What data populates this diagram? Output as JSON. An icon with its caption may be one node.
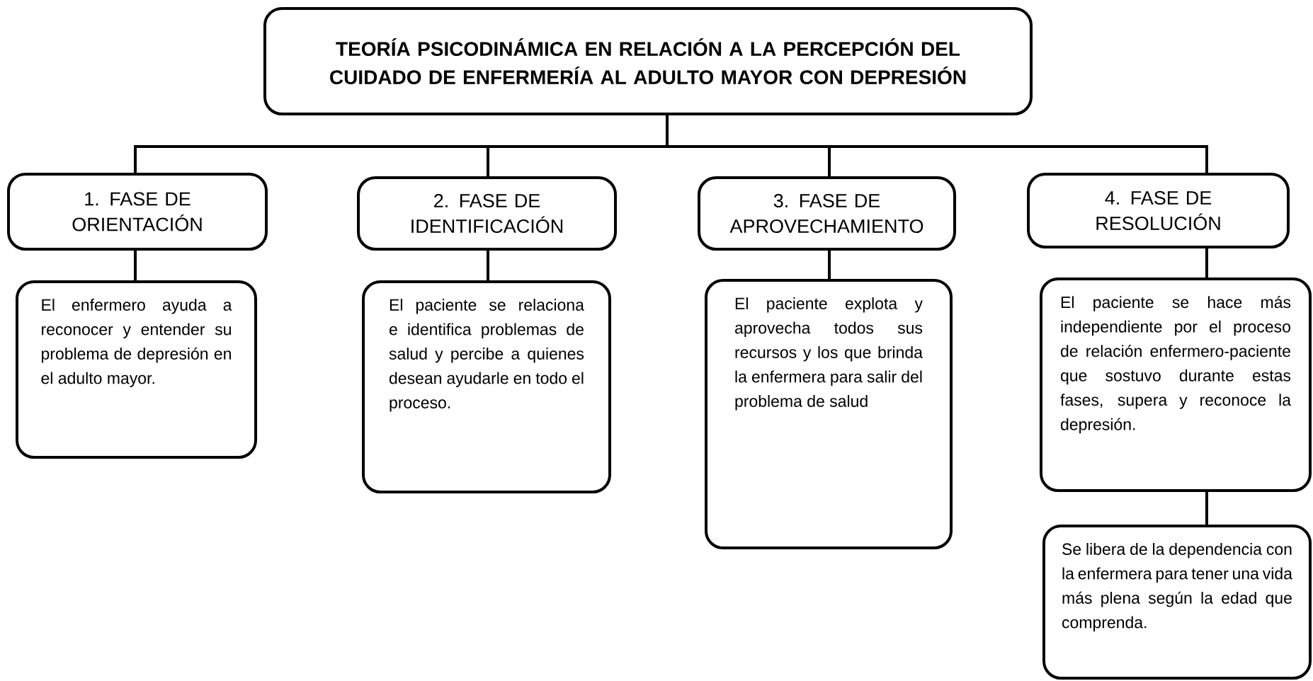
{
  "diagram": {
    "nodes": [
      {
        "text": [
          "TEORÍA PSICODINÁMICA EN RELACIÓN A LA PERCEPCIÓN DEL CUIDADO DE ENFERMERÍA AL ADULTO MAYOR CON DEPRESIÓN"
        ]
      },
      {
        "text": [
          "1. FASE DE ORIENTACIÓN"
        ]
      },
      {
        "text": [
          "2. FASE DE IDENTIFICACIÓN"
        ]
      },
      {
        "text": [
          "3. FASE DE APROVECHAMIENTO"
        ]
      },
      {
        "text": [
          "4. FASE DE RESOLUCIÓN"
        ]
      },
      {
        "text": [
          "El enfermero ayuda a reconocer y entender su problema de depresión en el adulto mayor."
        ]
      },
      {
        "text": [
          "El paciente se relaciona e identifica problemas de salud y percibe a quienes desean ayudarle en todo el proceso."
        ]
      },
      {
        "text": [
          "El paciente explota y aprovecha todos sus recursos y los que brinda la enfermera para salir del problema de salud"
        ]
      },
      {
        "text": [
          "El paciente se hace más independiente por el proceso de relación enfermero-paciente que sostuvo durante estas fases, supera y reconoce la depresión."
        ]
      },
      {
        "text": [
          "Se libera de la dependencia con la enfermera para tener una vida más plena según la edad que comprenda."
        ]
      }
    ],
    "edges": [
      {
        "from": 0,
        "to": 1,
        "arrow": "none"
      },
      {
        "from": 0,
        "to": 2,
        "arrow": "none"
      },
      {
        "from": 0,
        "to": 3,
        "arrow": "none"
      },
      {
        "from": 0,
        "to": 4,
        "arrow": "none"
      },
      {
        "from": 1,
        "to": 5,
        "arrow": "none"
      },
      {
        "from": 2,
        "to": 6,
        "arrow": "none"
      },
      {
        "from": 3,
        "to": 7,
        "arrow": "none"
      },
      {
        "from": 4,
        "to": 8,
        "arrow": "none"
      },
      {
        "from": 8,
        "to": 9,
        "arrow": "none"
      }
    ]
  }
}
